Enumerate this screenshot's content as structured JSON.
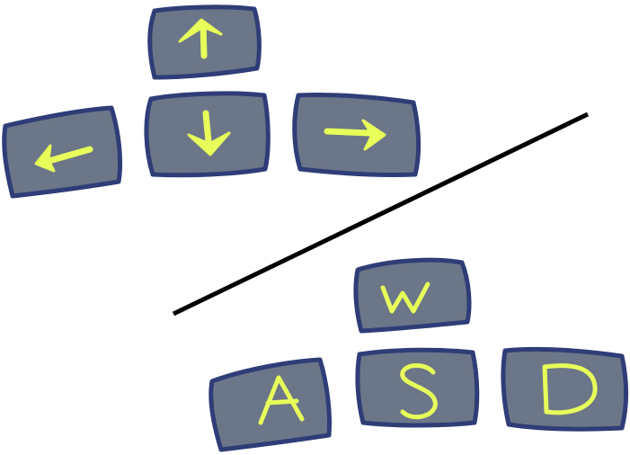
{
  "keys": {
    "arrows": [
      {
        "name": "up",
        "icon": "arrow-up-icon"
      },
      {
        "name": "down",
        "icon": "arrow-down-icon"
      },
      {
        "name": "left",
        "icon": "arrow-left-icon"
      },
      {
        "name": "right",
        "icon": "arrow-right-icon"
      }
    ],
    "letters": {
      "w": "W",
      "a": "A",
      "s": "S",
      "d": "D"
    }
  },
  "colors": {
    "keycap_fill": "#6b7688",
    "keycap_outline": "#2f3d77",
    "glyph": "#e8ff5a",
    "divider": "#000000",
    "background": "#ffffff"
  }
}
